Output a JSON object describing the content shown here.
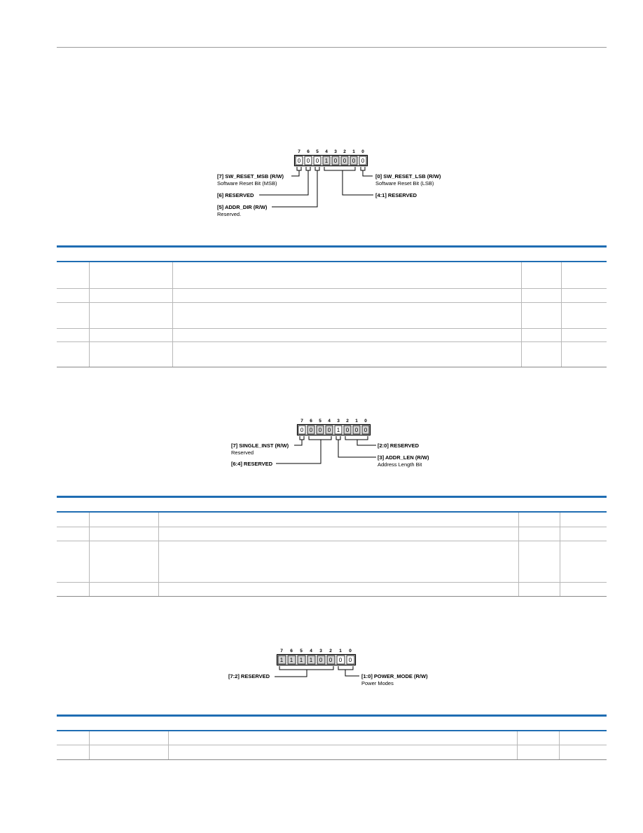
{
  "registers": [
    {
      "bit_numbers": [
        "7",
        "6",
        "5",
        "4",
        "3",
        "2",
        "1",
        "0"
      ],
      "bit_values": [
        "0",
        "0",
        "0",
        "1",
        "0",
        "0",
        "0",
        "0"
      ],
      "callouts": [
        {
          "title": "[7] SW_RESET_MSB (R/W)",
          "desc": "Software Reset Bit (MSB)"
        },
        {
          "title": "[6] RESERVED",
          "desc": ""
        },
        {
          "title": "[5] ADDR_DIR (R/W)",
          "desc": "Reserved."
        },
        {
          "title": "[0] SW_RESET_LSB (R/W)",
          "desc": "Software Reset Bit (LSB)"
        },
        {
          "title": "[4:1] RESERVED",
          "desc": ""
        }
      ]
    },
    {
      "bit_numbers": [
        "7",
        "6",
        "5",
        "4",
        "3",
        "2",
        "1",
        "0"
      ],
      "bit_values": [
        "0",
        "0",
        "0",
        "0",
        "1",
        "0",
        "0",
        "0"
      ],
      "callouts": [
        {
          "title": "[7] SINGLE_INST (R/W)",
          "desc": "Reserved"
        },
        {
          "title": "[6:4] RESERVED",
          "desc": ""
        },
        {
          "title": "[2:0] RESERVED",
          "desc": ""
        },
        {
          "title": "[3] ADDR_LEN (R/W)",
          "desc": "Address Length Bit"
        }
      ]
    },
    {
      "bit_numbers": [
        "7",
        "6",
        "5",
        "4",
        "3",
        "2",
        "1",
        "0"
      ],
      "bit_values": [
        "1",
        "1",
        "1",
        "1",
        "0",
        "0",
        "0",
        "0"
      ],
      "callouts": [
        {
          "title": "[7:2] RESERVED",
          "desc": ""
        },
        {
          "title": "[1:0] POWER_MODE (R/W)",
          "desc": "Power Modes"
        }
      ]
    }
  ]
}
